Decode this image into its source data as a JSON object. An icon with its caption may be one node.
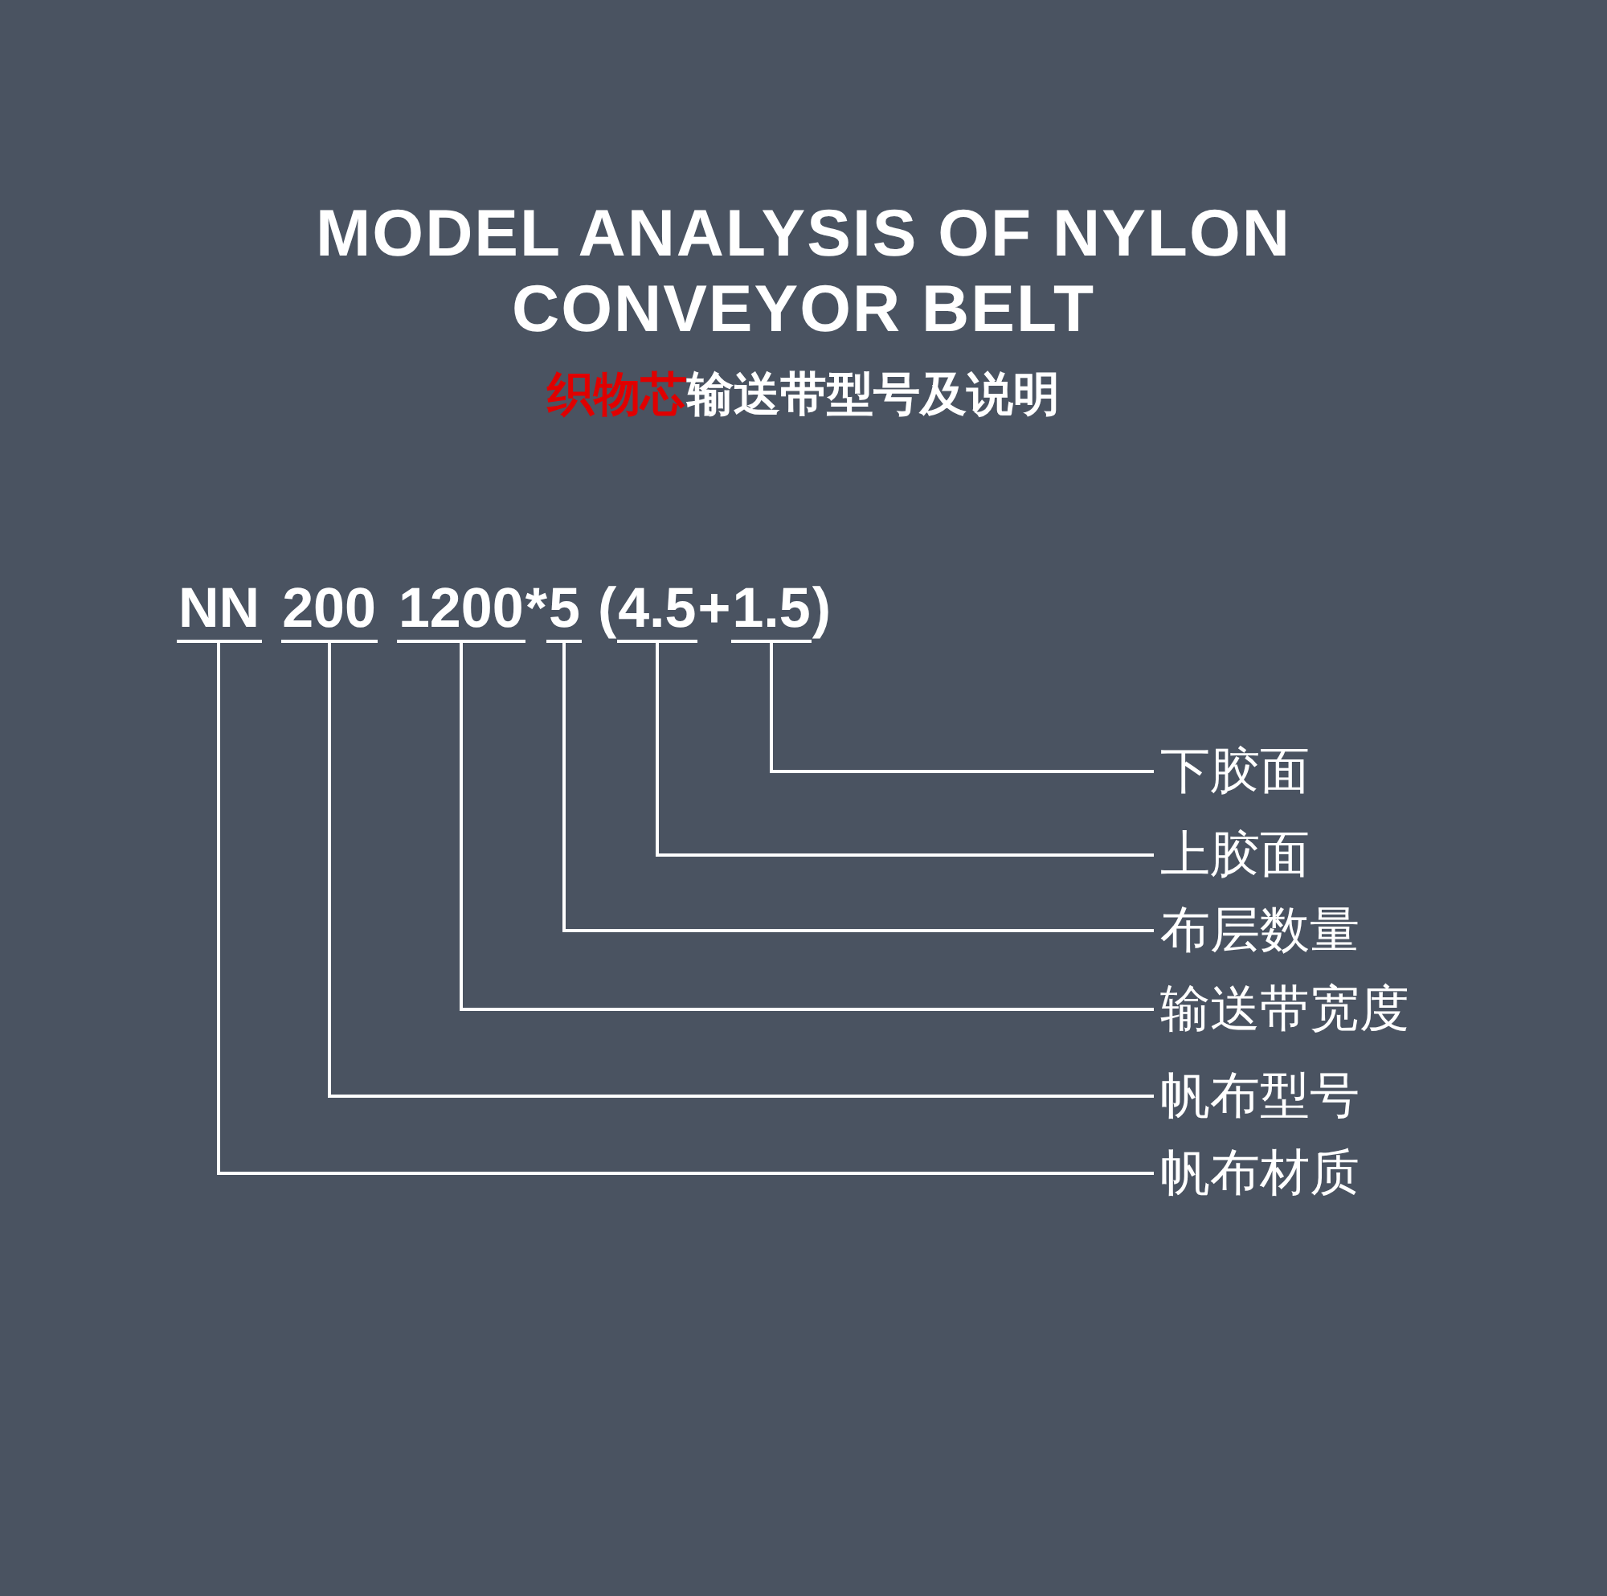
{
  "diagram": {
    "title": "MODEL ANALYSIS OF NYLON CONVEYOR BELT",
    "nodes": [
      {
        "text": [
          "NN"
        ]
      },
      {
        "text": [
          "200"
        ]
      },
      {
        "text": [
          "1200"
        ]
      },
      {
        "text": [
          "5"
        ]
      },
      {
        "text": [
          "4.5"
        ]
      },
      {
        "text": [
          "1.5"
        ]
      },
      {
        "text": [
          "下胶面"
        ]
      },
      {
        "text": [
          "上胶面"
        ]
      },
      {
        "text": [
          "布层数量"
        ]
      },
      {
        "text": [
          "输送带宽度"
        ]
      },
      {
        "text": [
          "帆布型号"
        ]
      },
      {
        "text": [
          "帆布材质"
        ]
      }
    ],
    "edges": [
      {
        "from": 5,
        "to": 6,
        "arrow": "none"
      },
      {
        "from": 4,
        "to": 7,
        "arrow": "none"
      },
      {
        "from": 3,
        "to": 8,
        "arrow": "none"
      },
      {
        "from": 2,
        "to": 9,
        "arrow": "none"
      },
      {
        "from": 1,
        "to": 10,
        "arrow": "none"
      },
      {
        "from": 0,
        "to": 11,
        "arrow": "none"
      }
    ],
    "labels": [
      "织物芯",
      "输送带型号及说明",
      "*",
      "(",
      "+",
      ")"
    ]
  }
}
